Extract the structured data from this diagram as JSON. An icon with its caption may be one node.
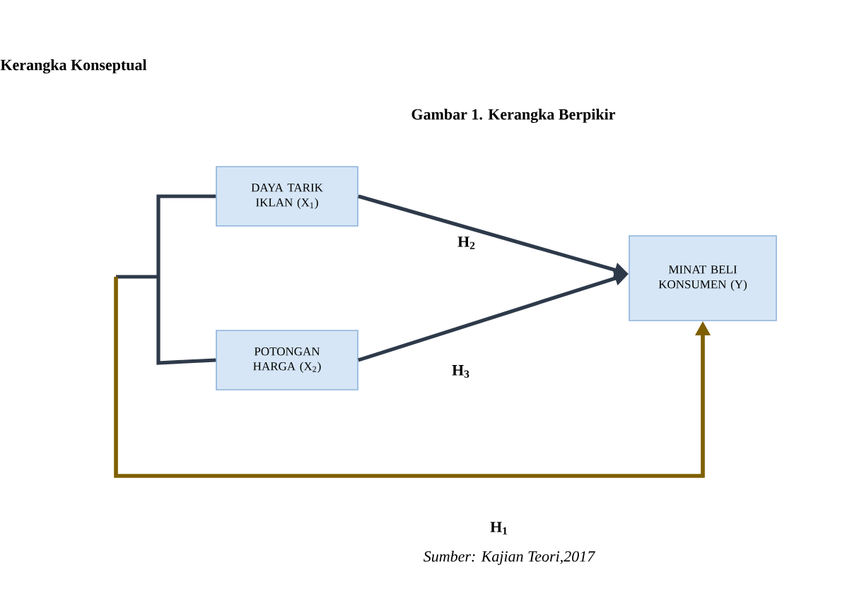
{
  "diagram": {
    "title": "Gambar 1. Kerangka Berpikir",
    "caption": "Sumber: Kajian Teori,2017",
    "nodes": [
      {
        "text": [
          "DAYA TARIK IKLAN (X$_{1}$)"
        ]
      },
      {
        "text": [
          "POTONGAN HARGA (X$_{2}$)"
        ]
      },
      {
        "text": [
          "MINAT BELI KONSUMEN (Y)"
        ]
      }
    ],
    "edges": [
      {
        "from": 0,
        "to": 2,
        "arrow": "to",
        "label": "H$_{2}$"
      },
      {
        "from": 1,
        "to": 2,
        "arrow": "to",
        "label": "H$_{3}$"
      },
      {
        "from": 0,
        "to": 2,
        "arrow": "to",
        "color": "#7f6000"
      },
      {
        "from": 1,
        "to": 2,
        "arrow": "to",
        "color": "#7f6000"
      }
    ],
    "labels": [
      "Kerangka Konseptual",
      "H$_{1}$"
    ]
  }
}
